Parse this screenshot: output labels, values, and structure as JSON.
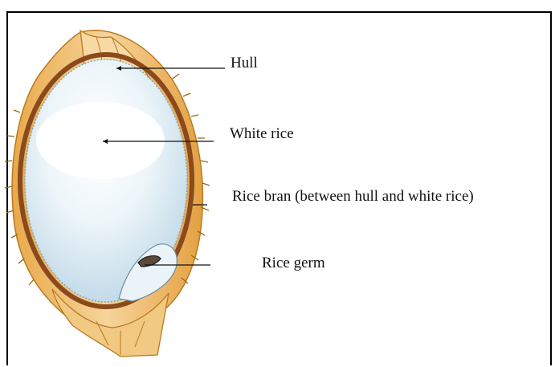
{
  "labels": {
    "hull": "Hull",
    "white_rice": "White rice",
    "rice_bran": "Rice bran (between hull and white rice)",
    "rice_germ": "Rice germ"
  },
  "colors": {
    "hull": "#f3c77a",
    "hull_dark": "#c98a2c",
    "bran": "#8a4a1e",
    "white_rice": "#dcebf3",
    "frame": "#000000"
  }
}
